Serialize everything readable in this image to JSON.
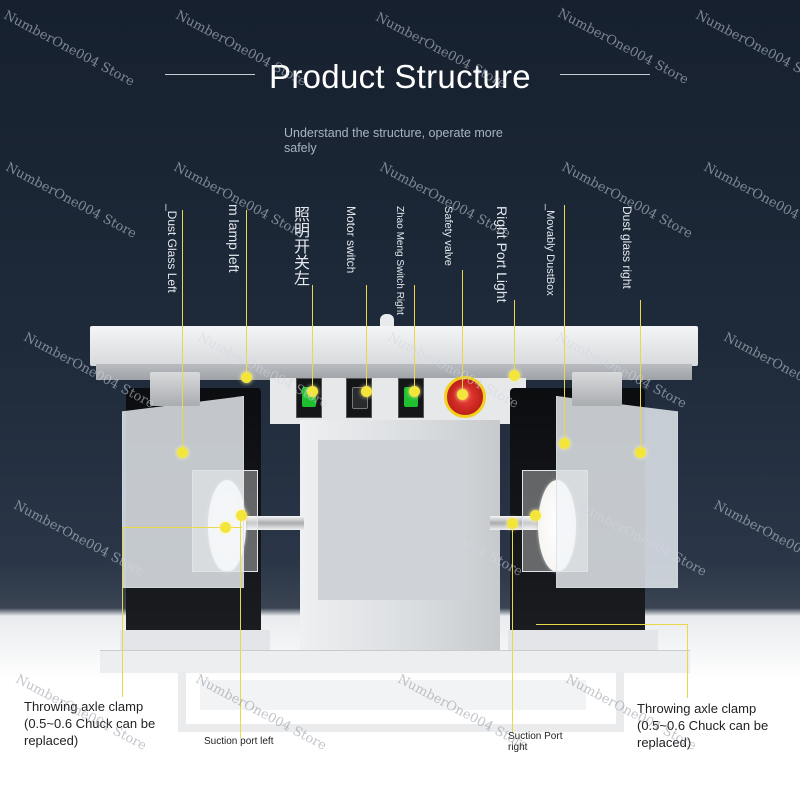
{
  "header": {
    "title": "Product Structure",
    "subtitle": "Understand the structure, operate more safely"
  },
  "watermark": {
    "text": "NumberOne004 Store"
  },
  "callouts": {
    "dust_glass_left": "_Dust Glass Left",
    "lamp_left": "m lamp left",
    "lighting_switch_left": "照明开关左",
    "motor_switch": "Motor switch",
    "zhao_meng_switch_right": "Zhao Meng Switch Right",
    "safety_valve": "Safety valve",
    "right_port_light": "Right Port Light",
    "movably_dust_box": "_Movably DustBox",
    "dust_glass_right": "Dust glass right"
  },
  "bottom_labels": {
    "throwing_axle_left": "Throwing axle clamp (0.5~0.6 Chuck can be replaced)",
    "suction_port_left": "Suction port left",
    "suction_port_right": "Suction Port right",
    "throwing_axle_right": "Throwing axle clamp (0.5~0.6 Chuck can be replaced)"
  },
  "colors": {
    "leader": "#e8d84a",
    "dot": "#f3e53a",
    "switch_lamp": "#1fbf2f",
    "estop": "#d41e18"
  }
}
